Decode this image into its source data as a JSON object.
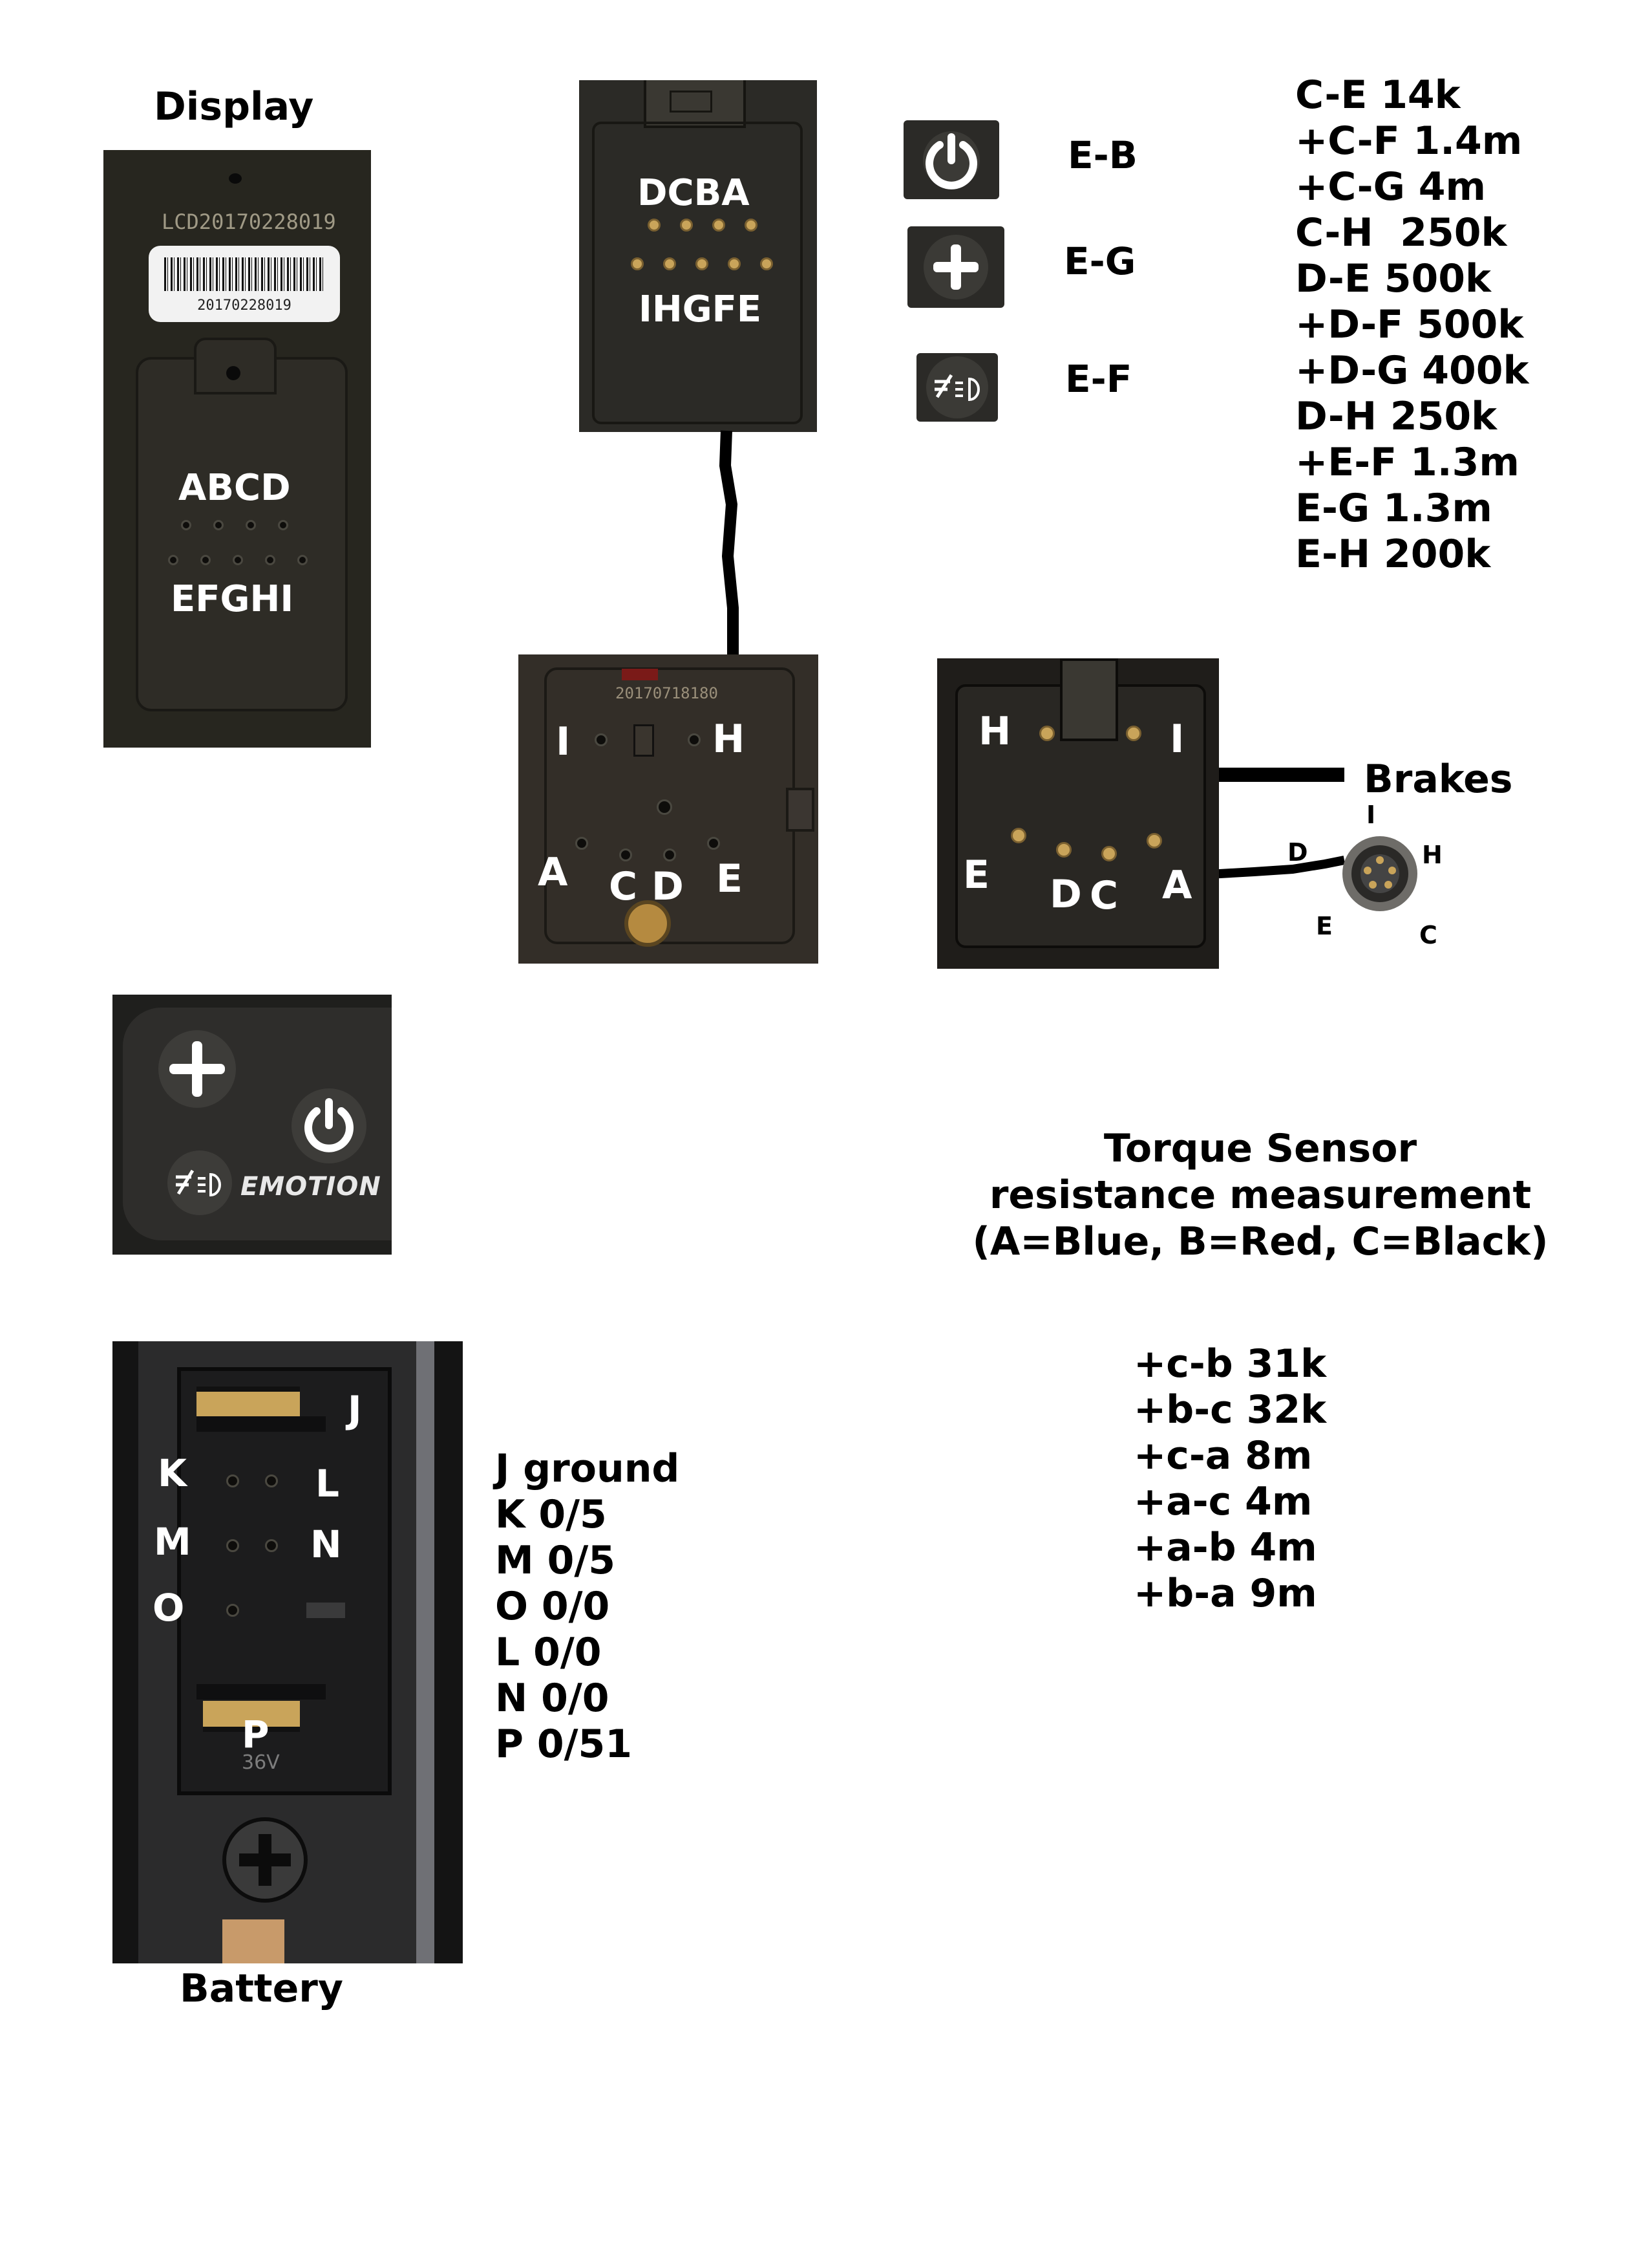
{
  "titles": {
    "display": "Display",
    "battery": "Battery",
    "brakes": "Brakes",
    "torque_title": [
      "Torque Sensor",
      "resistance measurement",
      "(A=Blue, B=Red, C=Black)"
    ]
  },
  "display_module": {
    "serial_top": "LCD20170228019",
    "serial_label": "20170228019",
    "row1": "ABCD",
    "row2": "EFGHI"
  },
  "cable_connector": {
    "row1": "DCBA",
    "row2": "IHGFE"
  },
  "buttons": [
    {
      "icon": "power-icon",
      "pins": "E-B"
    },
    {
      "icon": "plus-icon",
      "pins": "E-G"
    },
    {
      "icon": "light-icon",
      "pins": "E-F"
    }
  ],
  "resistance_list": [
    "C-E 14k",
    "+C-F 1.4m",
    "+C-G 4m",
    "C-H  250k",
    "D-E 500k",
    "+D-F 500k",
    "+D-G 400k",
    "D-H 250k",
    "+E-F 1.3m",
    "E-G 1.3m",
    "E-H 200k"
  ],
  "controller_connector": {
    "serial": "20170718180",
    "labels": {
      "I": "I",
      "H": "H",
      "A": "A",
      "C": "C",
      "D": "D",
      "E": "E"
    }
  },
  "brake_connector": {
    "labels": {
      "H": "H",
      "I": "I",
      "E": "E",
      "D": "D",
      "C": "C",
      "A": "A"
    }
  },
  "round_connector": {
    "labels": {
      "I": "I",
      "D": "D",
      "H": "H",
      "E": "E",
      "C": "C"
    }
  },
  "button_panel": {
    "brand": "EMOTION"
  },
  "battery_connector": {
    "labels": {
      "J": "J",
      "K": "K",
      "L": "L",
      "M": "M",
      "N": "N",
      "O": "O",
      "P": "P"
    },
    "mark": "36V"
  },
  "battery_pins": [
    "J ground",
    "K 0/5",
    "M 0/5",
    "O 0/0",
    "L 0/0",
    "N 0/0",
    "P 0/51"
  ],
  "torque_values": [
    "+c-b 31k",
    "+b-c 32k",
    "+c-a 8m",
    "+a-c 4m",
    "+a-b 4m",
    "+b-a 9m"
  ]
}
